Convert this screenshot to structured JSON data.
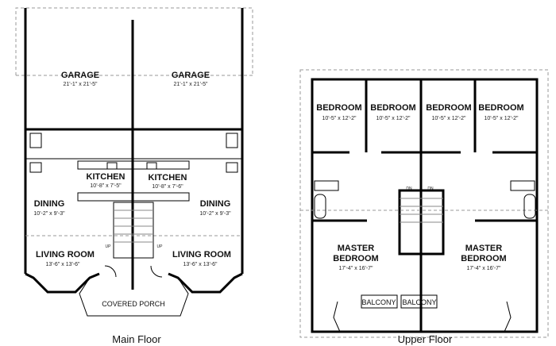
{
  "main_floor": {
    "caption": "Main Floor",
    "rooms": [
      {
        "name": "GARAGE",
        "size": "21'-1\" x 21'-5\""
      },
      {
        "name": "GARAGE",
        "size": "21'-1\" x 21'-5\""
      },
      {
        "name": "KITCHEN",
        "size": "10'-8\" x 7'-5\""
      },
      {
        "name": "KITCHEN",
        "size": "10'-8\" x 7'-6\""
      },
      {
        "name": "DINING",
        "size": "10'-2\" x 9'-3\""
      },
      {
        "name": "DINING",
        "size": "10'-2\" x 9'-3\""
      },
      {
        "name": "LIVING ROOM",
        "size": "13'-6\" x 13'-6\""
      },
      {
        "name": "LIVING ROOM",
        "size": "13'-6\" x 13'-6\""
      }
    ],
    "porch": "COVERED PORCH",
    "stair_labels": [
      "UP",
      "UP"
    ]
  },
  "upper_floor": {
    "caption": "Upper Floor",
    "rooms": [
      {
        "name": "BEDROOM",
        "size": "10'-5\" x 12'-2\""
      },
      {
        "name": "BEDROOM",
        "size": "10'-5\" x 12'-2\""
      },
      {
        "name": "BEDROOM",
        "size": "10'-5\" x 12'-2\""
      },
      {
        "name": "BEDROOM",
        "size": "10'-5\" x 12'-2\""
      }
    ],
    "masters": [
      {
        "line1": "MASTER",
        "line2": "BEDROOM",
        "size": "17'-4\" x 16'-7\""
      },
      {
        "line1": "MASTER",
        "line2": "BEDROOM",
        "size": "17'-4\" x 16'-7\""
      }
    ],
    "balconies": [
      "BALCONY",
      "BALCONY"
    ],
    "stair_labels": [
      "DN",
      "DN"
    ]
  }
}
